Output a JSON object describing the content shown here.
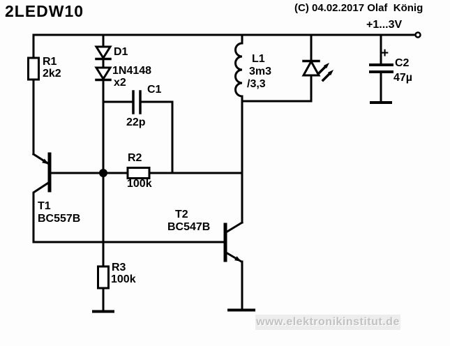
{
  "title": "2LEDW10",
  "copyright": "(C) 04.02.2017 Olaf  König",
  "supply": {
    "label": "+1...3V"
  },
  "watermark": {
    "text": "www.elektronikinstitut.de"
  },
  "components": {
    "r1": {
      "ref": "R1",
      "value": "2k2"
    },
    "d1": {
      "ref": "D1",
      "part": "1N4148",
      "multiplier": "x2"
    },
    "c1": {
      "ref": "C1",
      "value": "22p"
    },
    "r2": {
      "ref": "R2",
      "value": "100k"
    },
    "r3": {
      "ref": "R3",
      "value": "100k"
    },
    "t1": {
      "ref": "T1",
      "part": "BC557B"
    },
    "t2": {
      "ref": "T2",
      "part": "BC547B"
    },
    "l1": {
      "ref": "L1",
      "value": "3m3",
      "value_alt": "/3,3"
    },
    "c2": {
      "ref": "C2",
      "value": "47µ",
      "polarity": "+"
    }
  },
  "colors": {
    "line": "#000000",
    "background": "#fdfdfd",
    "watermark_text": "#c2c2c2",
    "watermark_bg": "#ededed"
  }
}
